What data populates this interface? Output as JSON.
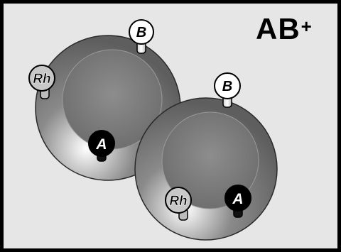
{
  "blood_type": {
    "letters": "AB",
    "sign": "+"
  },
  "cells": [
    {
      "antigens": [
        "B",
        "Rh",
        "A"
      ]
    },
    {
      "antigens": [
        "B",
        "Rh",
        "A"
      ]
    }
  ],
  "colors": {
    "background": "#e6e6e6",
    "border": "#000000",
    "cell_rim": "#6f6f6f",
    "cell_center": "#7a7a7a",
    "antigen_a": "#000000",
    "antigen_b": "#ffffff",
    "antigen_rh": "#c8c8c8"
  }
}
